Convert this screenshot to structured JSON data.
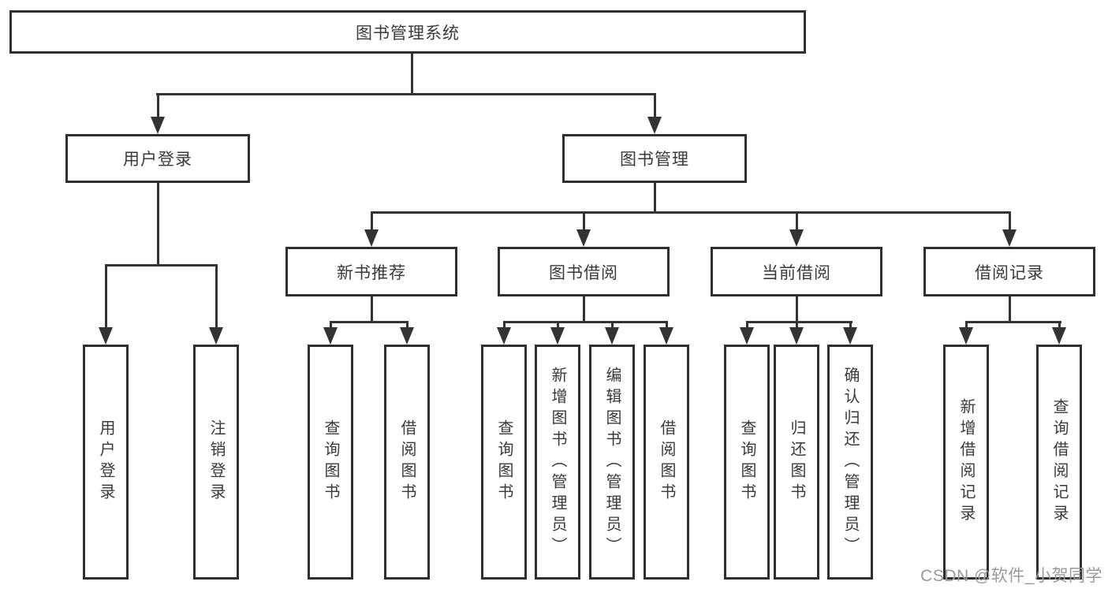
{
  "root": {
    "label": "图书管理系统"
  },
  "level1": [
    {
      "label": "用户登录",
      "children": [
        {
          "label": "用户登录"
        },
        {
          "label": "注销登录"
        }
      ]
    },
    {
      "label": "图书管理",
      "children": [
        {
          "label": "新书推荐",
          "children": [
            {
              "label": "查询图书"
            },
            {
              "label": "借阅图书"
            }
          ]
        },
        {
          "label": "图书借阅",
          "children": [
            {
              "label": "查询图书"
            },
            {
              "label": "新增图书（管理员）"
            },
            {
              "label": "编辑图书（管理员）"
            },
            {
              "label": "借阅图书"
            }
          ]
        },
        {
          "label": "当前借阅",
          "children": [
            {
              "label": "查询图书"
            },
            {
              "label": "归还图书"
            },
            {
              "label": "确认归还（管理员）"
            }
          ]
        },
        {
          "label": "借阅记录",
          "children": [
            {
              "label": "新增借阅记录"
            },
            {
              "label": "查询借阅记录"
            }
          ]
        }
      ]
    }
  ],
  "watermark": {
    "text": "CSDN @软件_小贺同学"
  },
  "colors": {
    "line": "#333333",
    "text": "#3a3a3a",
    "box_background": "#ffffff",
    "page_background": "#ffffff",
    "watermark": "#9a9a9a"
  }
}
